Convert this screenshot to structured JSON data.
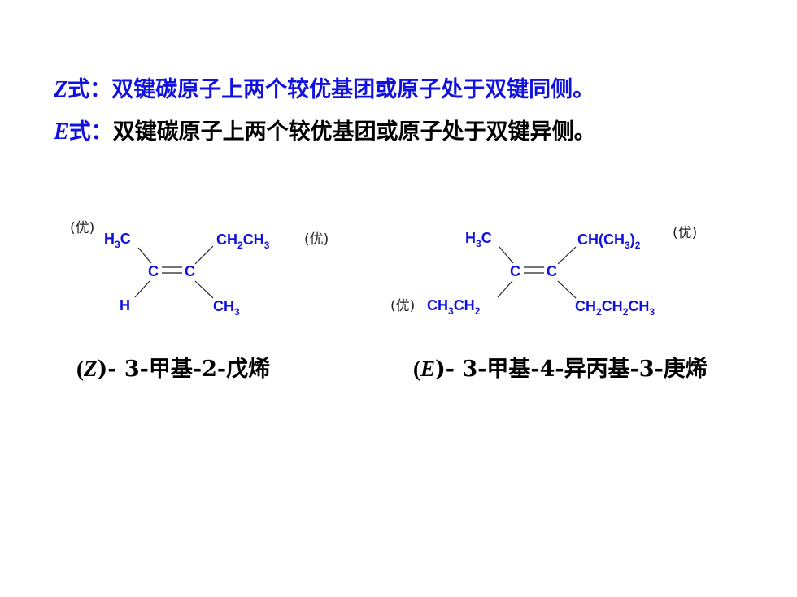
{
  "definitions": {
    "z": {
      "letter": "Z",
      "label": "式：",
      "text": "双键碳原子上两个较优基团或原子处于双键同侧。"
    },
    "e": {
      "letter": "E",
      "label": "式：",
      "text": "双键碳原子上两个较优基团或原子处于双键异侧。"
    }
  },
  "preferred_label": "(优)",
  "molecule_z": {
    "top_left": "H3C",
    "top_right": "CH2CH3",
    "bottom_left": "H",
    "bottom_right": "CH3",
    "center": "C=C",
    "name_prefix": "(",
    "name_config": "Z",
    "name_suffix": ")- 3-甲基-2-戊烯"
  },
  "molecule_e": {
    "top_left": "H3C",
    "top_right": "CH(CH3)2",
    "bottom_left": "CH3CH2",
    "bottom_right": "CH2CH2CH3",
    "center": "C=C",
    "name_prefix": "(",
    "name_config": "E",
    "name_suffix": ")- 3-甲基-4-异丙基-3-庚烯"
  }
}
